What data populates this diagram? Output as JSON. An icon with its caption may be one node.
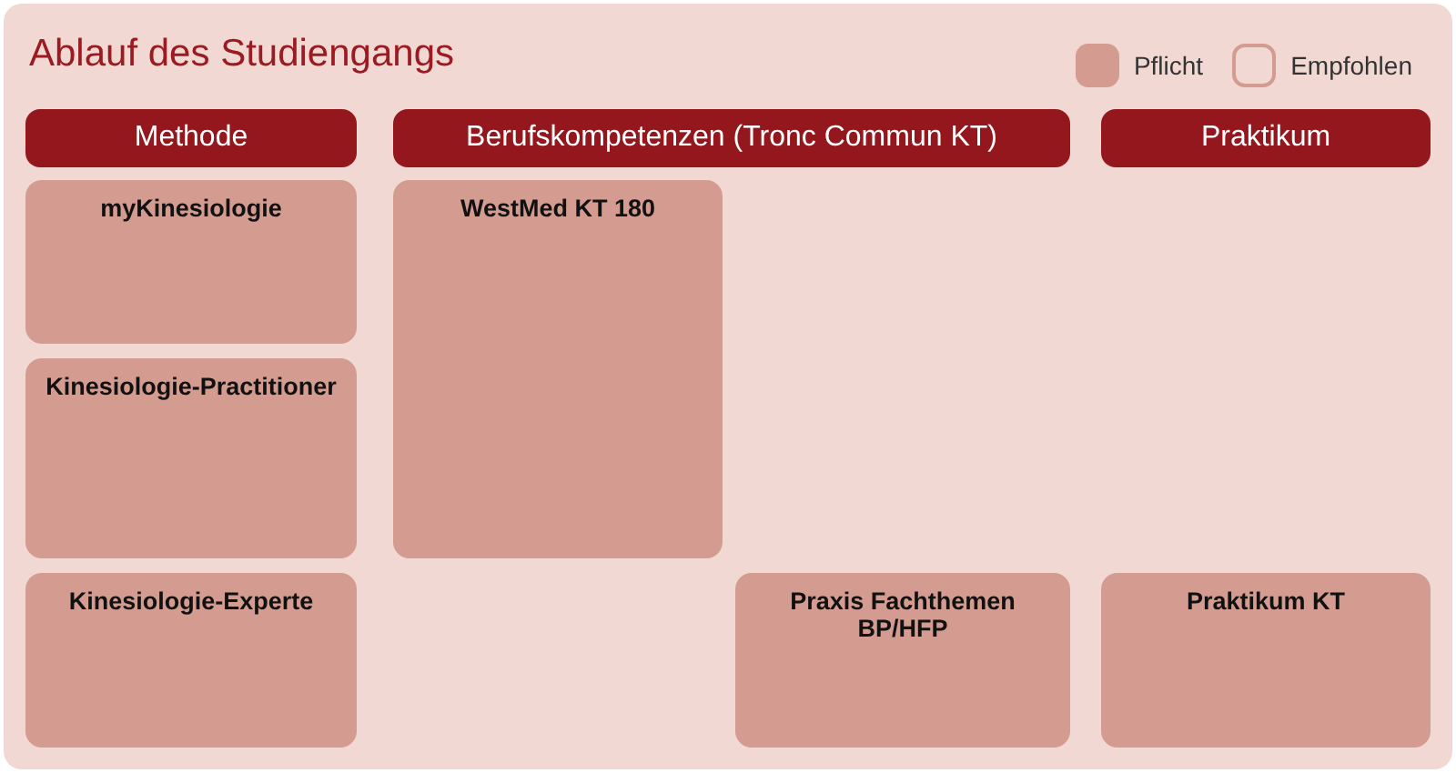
{
  "diagram": {
    "title": "Ablauf des Studiengangs",
    "nodes": [
      {
        "text": [
          "Methode"
        ]
      },
      {
        "text": [
          "Berufskompetenzen (Tronc Commun KT)"
        ]
      },
      {
        "text": [
          "Praktikum"
        ]
      },
      {
        "text": [
          "myKinesiologie"
        ]
      },
      {
        "text": [
          "WestMed KT 180"
        ]
      },
      {
        "text": [
          "Kinesiologie-Practitioner"
        ]
      },
      {
        "text": [
          "Kinesiologie-Experte"
        ]
      },
      {
        "text": [
          "Praxis Fachthemen BP/HFP"
        ]
      },
      {
        "text": [
          "Praktikum KT"
        ]
      }
    ],
    "legend": [
      {
        "text": "Pflicht",
        "color": "#d49c90"
      },
      {
        "text": "Empfohlen"
      }
    ]
  }
}
